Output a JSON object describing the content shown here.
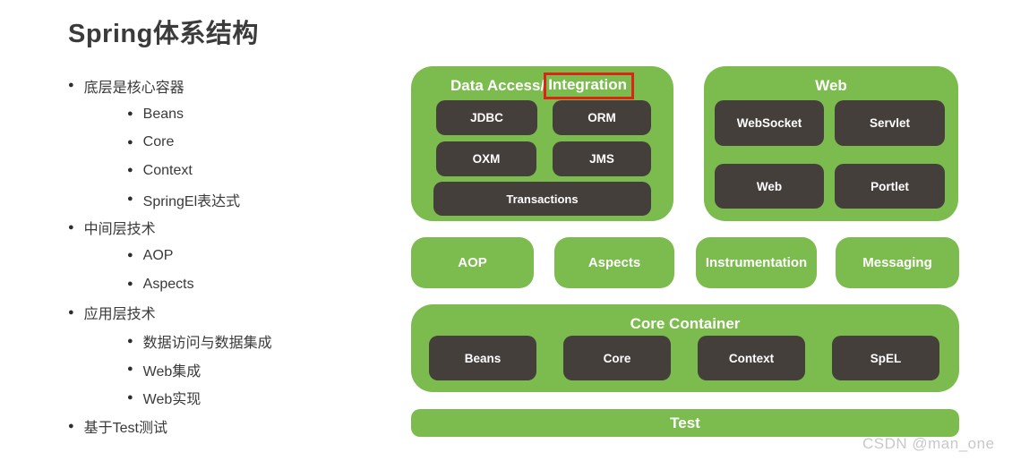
{
  "title": "Spring体系结构",
  "ui": {
    "bullet": "●"
  },
  "notes": [
    {
      "level": 1,
      "text": "底层是核心容器"
    },
    {
      "level": 2,
      "text": "Beans"
    },
    {
      "level": 2,
      "text": "Core"
    },
    {
      "level": 2,
      "text": "Context"
    },
    {
      "level": 2,
      "text": "SpringEl表达式"
    },
    {
      "level": 1,
      "text": "中间层技术"
    },
    {
      "level": 2,
      "text": "AOP"
    },
    {
      "level": 2,
      "text": "Aspects"
    },
    {
      "level": 1,
      "text": "应用层技术"
    },
    {
      "level": 2,
      "text": "数据访问与数据集成"
    },
    {
      "level": 2,
      "text": "Web集成"
    },
    {
      "level": 2,
      "text": "Web实现"
    },
    {
      "level": 1,
      "text": "基于Test测试"
    }
  ],
  "diagram": {
    "data_access": {
      "title_prefix": "Data Access/",
      "title_highlight": "Integration",
      "boxes": [
        "JDBC",
        "ORM",
        "OXM",
        "JMS",
        "Transactions"
      ]
    },
    "web": {
      "title": "Web",
      "boxes": [
        "WebSocket",
        "Servlet",
        "Web",
        "Portlet"
      ]
    },
    "middle_row": [
      "AOP",
      "Aspects",
      "Instrumentation",
      "Messaging"
    ],
    "core_container": {
      "title": "Core Container",
      "boxes": [
        "Beans",
        "Core",
        "Context",
        "SpEL"
      ]
    },
    "test": {
      "title": "Test"
    },
    "colors": {
      "green": "#7cbb4e",
      "dark_box": "#453f3c",
      "highlight_red": "#dd2417",
      "text_white": "#ffffff"
    }
  },
  "watermark": "CSDN @man_one"
}
